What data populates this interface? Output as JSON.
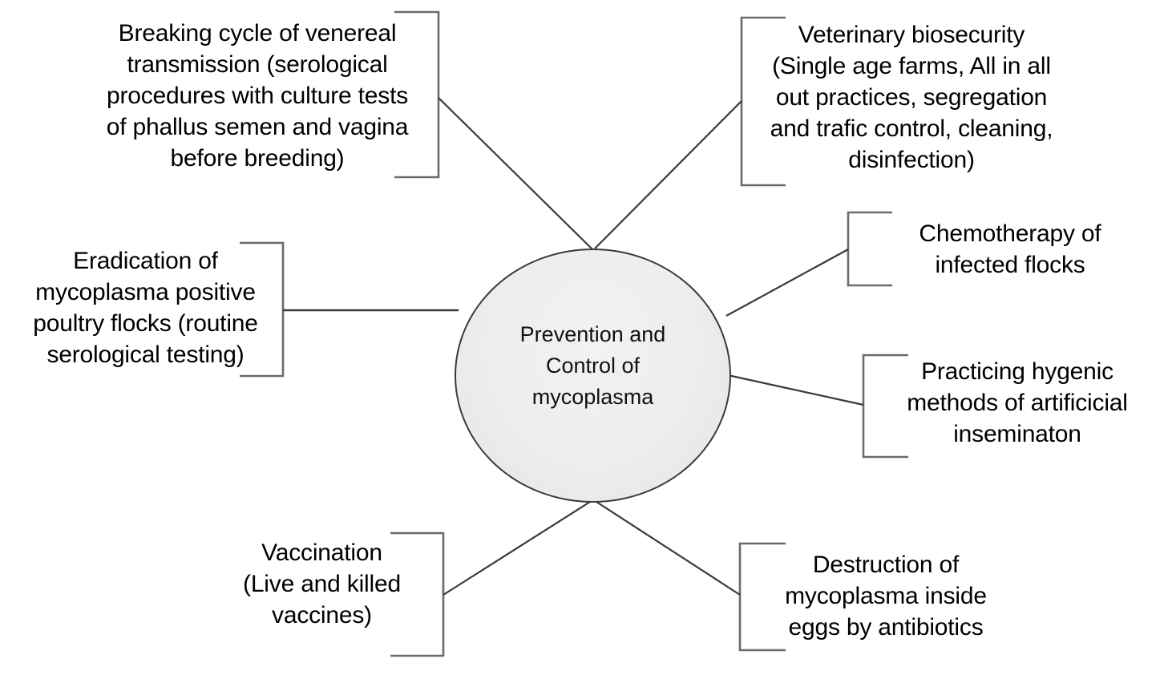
{
  "diagram": {
    "type": "radial-concept-map",
    "center": {
      "label": "Prevention and\nControl of\nmycoplasma",
      "shape": "ellipse",
      "fill": "#ededed",
      "stroke": "#3a3a3a"
    },
    "line_color": "#3a3a3a",
    "bracket_color": "#666666",
    "nodes": [
      {
        "id": "breaking-cycle",
        "position": "top-left",
        "label": "Breaking cycle of venereal\ntransmission (serological\nprocedures with culture tests\nof phallus semen and vagina\nbefore breeding)"
      },
      {
        "id": "veterinary-biosecurity",
        "position": "top-right",
        "label": "Veterinary biosecurity\n(Single age farms, All in all\nout practices, segregation\nand trafic control, cleaning,\ndisinfection)"
      },
      {
        "id": "eradication",
        "position": "left",
        "label": "Eradication of\nmycoplasma positive\npoultry flocks (routine\nserological testing)"
      },
      {
        "id": "chemotherapy",
        "position": "right-upper",
        "label": "Chemotherapy of\ninfected flocks"
      },
      {
        "id": "practicing-hygenic",
        "position": "right-lower",
        "label": "Practicing hygenic\nmethods of artificicial\ninseminaton"
      },
      {
        "id": "vaccination",
        "position": "bottom-left",
        "label": "Vaccination\n(Live and killed\nvaccines)"
      },
      {
        "id": "destruction",
        "position": "bottom-right",
        "label": "Destruction of\nmycoplasma inside\neggs by antibiotics"
      }
    ]
  }
}
